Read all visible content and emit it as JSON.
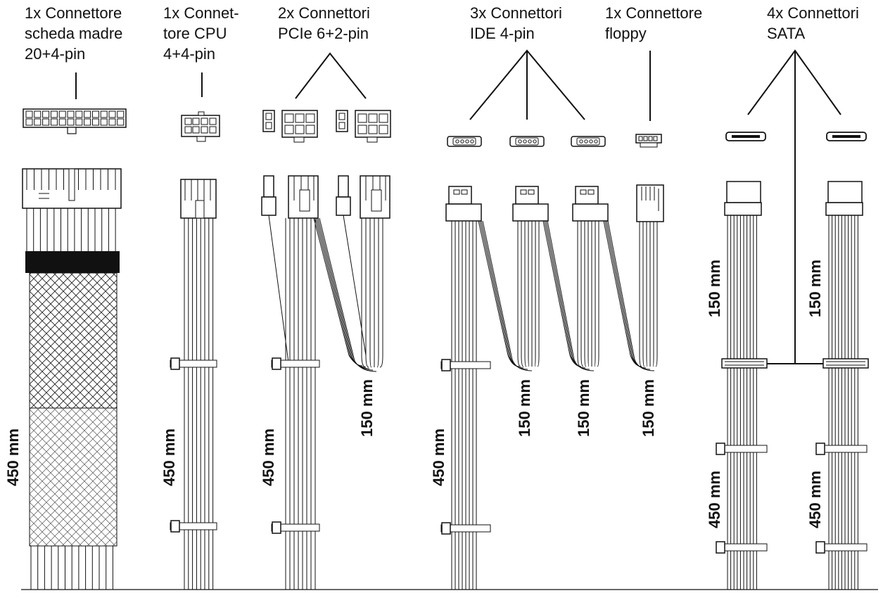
{
  "groups": [
    {
      "id": "mainboard",
      "title": [
        "1x Connettore",
        "scheda madre",
        "20+4-pin"
      ]
    },
    {
      "id": "cpu",
      "title": [
        "1x Connet-",
        "tore CPU",
        "4+4-pin"
      ]
    },
    {
      "id": "pcie",
      "title": [
        "2x Connettori",
        "PCIe 6+2-pin"
      ]
    },
    {
      "id": "ide",
      "title": [
        "3x Connettori",
        "IDE 4-pin"
      ]
    },
    {
      "id": "floppy",
      "title": [
        "1x Connettore",
        "floppy"
      ]
    },
    {
      "id": "sata",
      "title": [
        "4x Connettori",
        "SATA"
      ]
    }
  ],
  "lengths": {
    "mainboard": "450 mm",
    "cpu": "450 mm",
    "pcie_main": "450 mm",
    "pcie_branch": "150 mm",
    "ide_main": "450 mm",
    "ide_branch_1": "150 mm",
    "ide_branch_2": "150 mm",
    "floppy": "150 mm",
    "sata_left_upper": "150 mm",
    "sata_left_lower": "450 mm",
    "sata_right_upper": "150 mm",
    "sata_right_lower": "450 mm"
  }
}
